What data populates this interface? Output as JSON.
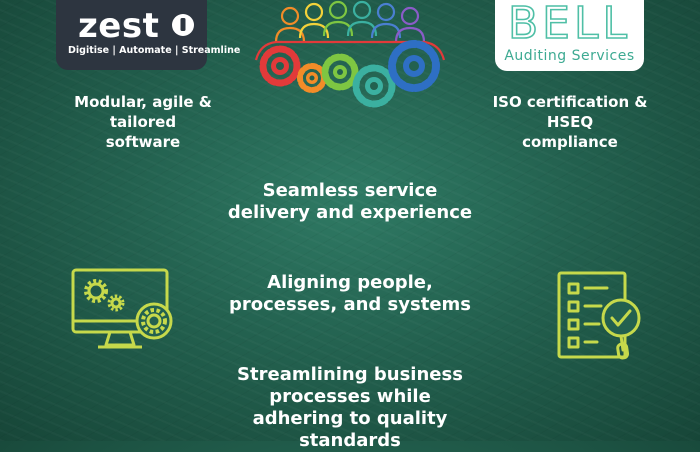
{
  "zest_logo": {
    "word": "zest",
    "tagline": "Digitise | Automate | Streamline"
  },
  "bell_logo": {
    "word": "BELL",
    "subtitle": "Auditing Services"
  },
  "left_caption": [
    "Modular, agile &",
    "tailored",
    "software"
  ],
  "right_caption": [
    "ISO certification &",
    "HSEQ",
    "compliance"
  ],
  "points": [
    [
      "Seamless service",
      "delivery and experience"
    ],
    [
      "Aligning people,",
      "processes, and systems"
    ],
    [
      "Streamlining business",
      "processes while",
      "adhering to quality",
      "standards"
    ]
  ],
  "icons": {
    "top": "people-gears-icon",
    "left": "monitor-gears-icon",
    "right": "checklist-magnifier-icon"
  },
  "colors": {
    "accent": "#c6d94b",
    "bell_teal": "#4fbfa6",
    "zest_bg": "#2d3540"
  }
}
